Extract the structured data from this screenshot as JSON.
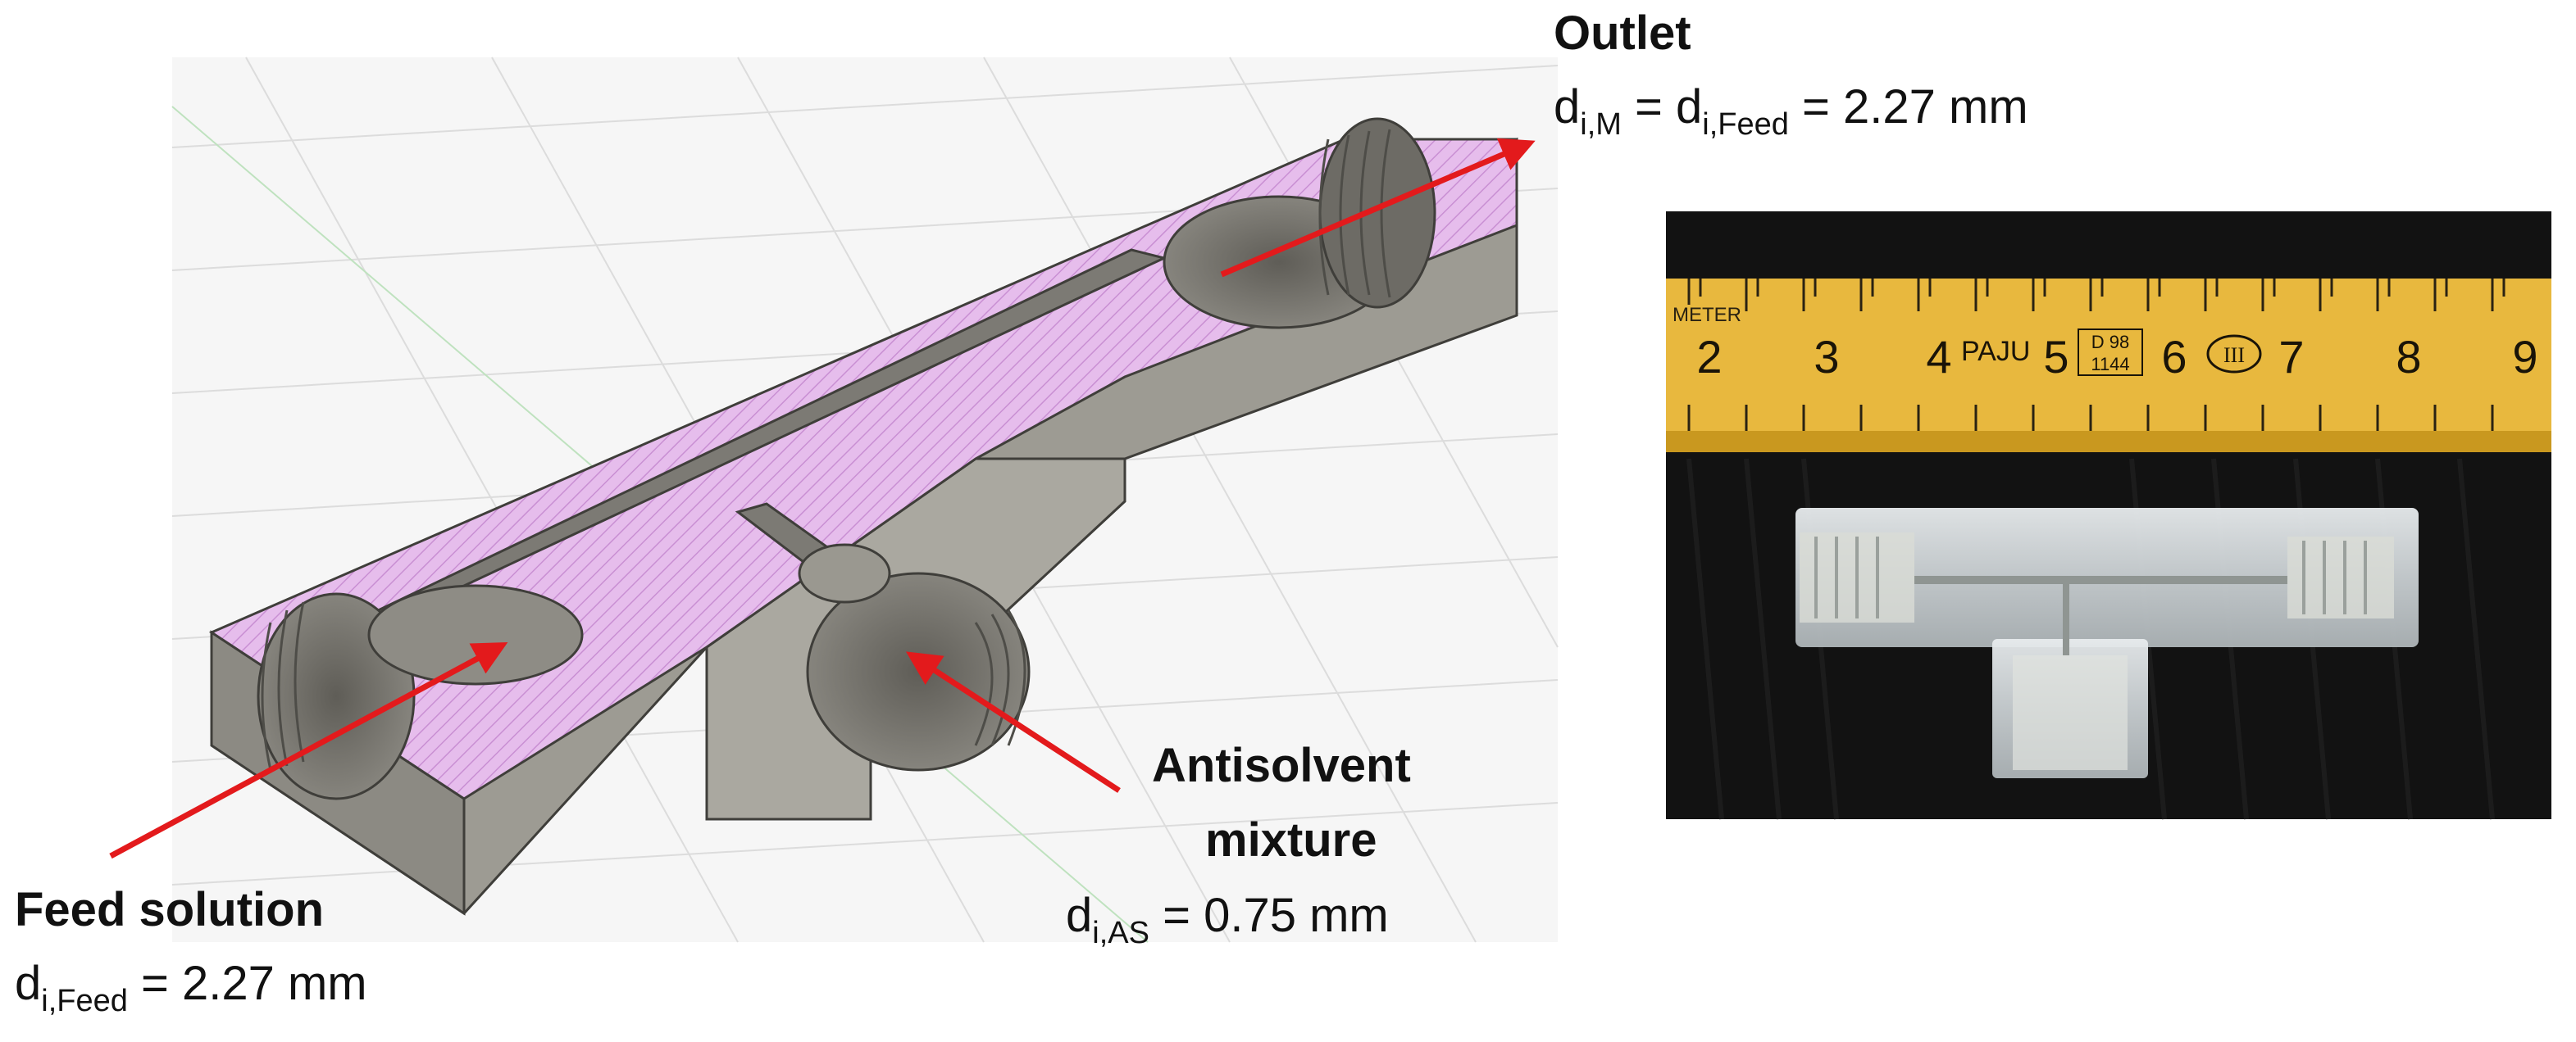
{
  "labels": {
    "outlet": {
      "title": "Outlet",
      "var": "d",
      "sub1": "i,M",
      "mid": " = d",
      "sub2": "i,Feed",
      "value": " = 2.27 mm"
    },
    "feed": {
      "title": "Feed solution",
      "var": "d",
      "sub": "i,Feed",
      "value": " = 2.27 mm"
    },
    "antisolvent": {
      "title_line1": "Antisolvent",
      "title_line2": "mixture",
      "var": "d",
      "sub": "i,AS",
      "value": " = 0.75 mm"
    }
  },
  "ruler": {
    "brand_text": "METER",
    "numbers": [
      "2",
      "3",
      "4",
      "5",
      "6",
      "7",
      "8",
      "9"
    ],
    "marking_text": "PAJU",
    "stamp_top": "D 98",
    "stamp_bottom": "1144",
    "class_mark": "III"
  },
  "colors": {
    "arrow": "#e31a1c",
    "cut_face": "#e4b7eb",
    "part_body": "#9d9b93",
    "ruler": "#e8b83e",
    "photo_background": "#111111"
  }
}
